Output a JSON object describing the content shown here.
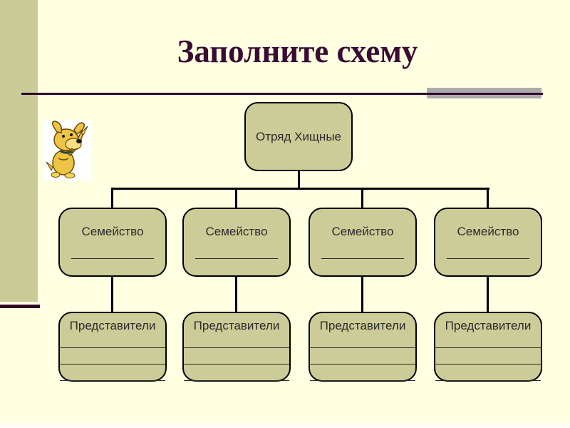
{
  "title": {
    "text": "Заполните схему"
  },
  "diagram": {
    "root_label": "Отряд Хищные",
    "families": [
      {
        "label": "Семейство",
        "blank": "_____________",
        "representatives": {
          "label": "Представители",
          "blanks": [
            "_________________",
            "_________________",
            "_________________"
          ]
        }
      },
      {
        "label": "Семейство",
        "blank": "_____________",
        "representatives": {
          "label": "Представители",
          "blanks": [
            "_________________",
            "_________________",
            "_________________"
          ]
        }
      },
      {
        "label": "Семейство",
        "blank": "_____________",
        "representatives": {
          "label": "Представители",
          "blanks": [
            "_________________",
            "_________________",
            "_________________"
          ]
        }
      },
      {
        "label": "Семейство",
        "blank": "_____________",
        "representatives": {
          "label": "Представители",
          "blanks": [
            "_________________",
            "_________________",
            "_________________"
          ]
        }
      }
    ]
  },
  "icons": {
    "dog": "pointing-dog-clipart"
  },
  "colors": {
    "background": "#FFFFE1",
    "sidebar_bar": "#CBCB97",
    "box_fill": "#CCCC99",
    "box_border": "#000000",
    "title_color": "#3A0B33",
    "rule_color": "#30082A",
    "accent_gray": "#ACACAC",
    "connector": "#000000",
    "text": "#2B2B2B"
  }
}
